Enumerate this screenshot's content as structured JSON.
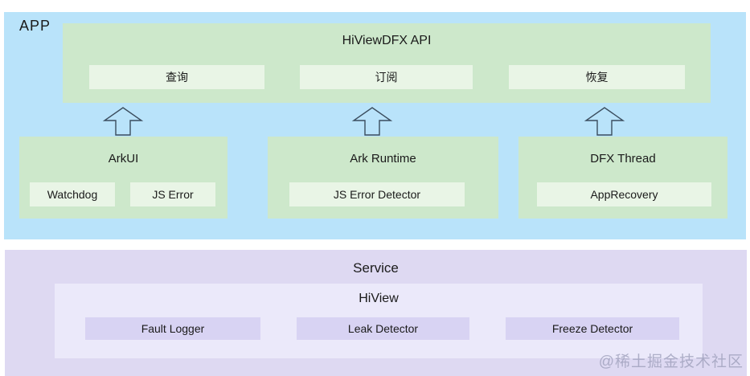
{
  "app_section": {
    "label": "APP",
    "api_box": {
      "title": "HiViewDFX API",
      "items": [
        "查询",
        "订阅",
        "恢复"
      ]
    },
    "components": [
      {
        "title": "ArkUI",
        "items": [
          "Watchdog",
          "JS Error"
        ]
      },
      {
        "title": "Ark Runtime",
        "items": [
          "JS Error Detector"
        ]
      },
      {
        "title": "DFX Thread",
        "items": [
          "AppRecovery"
        ]
      }
    ]
  },
  "service_section": {
    "label": "Service",
    "hiview_box": {
      "title": "HiView",
      "items": [
        "Fault Logger",
        "Leak Detector",
        "Freeze Detector"
      ]
    }
  },
  "watermark": "@稀土掘金技术社区",
  "colors": {
    "app_bg": "#b9e3fa",
    "green_box": "#cde8cb",
    "green_item": "#e9f5e6",
    "service_bg": "#ded9f2",
    "hiview_box": "#ebe9fa",
    "purple_item": "#d8d3f3",
    "arrow_stroke": "#3b4d5e",
    "text": "#1a1a1a",
    "watermark": "#9a9cb8"
  }
}
